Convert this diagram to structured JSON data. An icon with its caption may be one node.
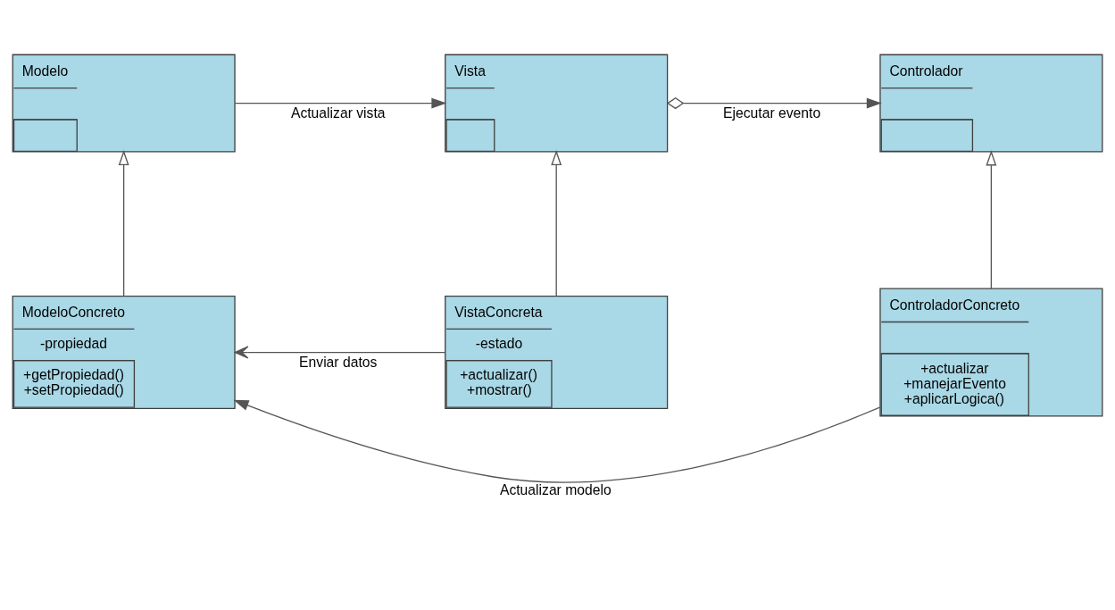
{
  "diagram": {
    "nodes": [
      {
        "text": [
          "Modelo"
        ]
      },
      {
        "text": [
          "Vista"
        ]
      },
      {
        "text": [
          "Controlador"
        ]
      },
      {
        "text": [
          "VistaConcreta",
          "-estado",
          "+actualizar() +mostrar()"
        ]
      },
      {
        "text": [
          "ModeloConcreto",
          "-propiedad",
          "+getPropiedad() +setPropiedad()"
        ]
      },
      {
        "text": [
          "ControladorConcreto",
          "+actualizar +manejarEvento +aplicarLogica()"
        ]
      }
    ],
    "edges": [
      {
        "from": 0,
        "to": 1,
        "arrow": "to",
        "label": "Actualizar vista"
      },
      {
        "from": 1,
        "to": 2,
        "arrow": "to",
        "label": "Ejecutar evento"
      },
      {
        "from": 4,
        "to": 0,
        "arrow": "to"
      },
      {
        "from": 3,
        "to": 1,
        "arrow": "to"
      },
      {
        "from": 5,
        "to": 2,
        "arrow": "to"
      },
      {
        "from": 3,
        "to": 4,
        "arrow": "to",
        "label": "Enviar datos"
      },
      {
        "from": 5,
        "to": 4,
        "arrow": "to",
        "label": "Actualizar modelo"
      }
    ]
  }
}
